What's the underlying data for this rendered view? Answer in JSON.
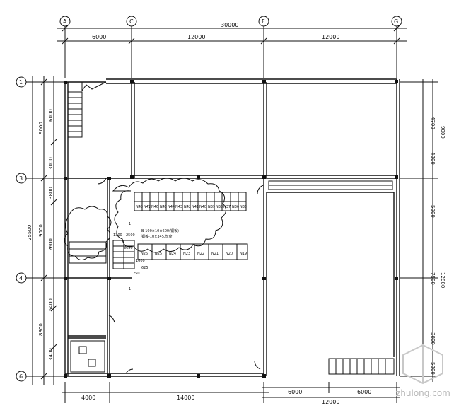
{
  "top_axes": [
    "A",
    "C",
    "F",
    "G"
  ],
  "left_axes": [
    "1",
    "3",
    "4",
    "6"
  ],
  "dims_top": {
    "overall": "30000",
    "seg1": "6000",
    "seg2": "12000",
    "seg3": "12000"
  },
  "dims_bottom": {
    "seg1": "4000",
    "seg2": "14000",
    "seg3": "6000",
    "seg4": "6000",
    "overall": "12000"
  },
  "dims_left": {
    "a": "9000",
    "b": "6000",
    "c": "3000",
    "d": "3800",
    "e": "9000",
    "f": "2600",
    "g": "5400",
    "h": "8800",
    "i": "3400",
    "overall": "25500"
  },
  "dims_right": {
    "a": "4700",
    "b": "9000",
    "c": "4300",
    "d": "5000",
    "e": "7500",
    "f": "12800",
    "g": "3800",
    "h": "5300"
  },
  "notes": {
    "beam_label": "B-100×10×600(钢板)",
    "beam_sub": "钢板-10×345,长度",
    "dim_1300": "1300",
    "dim_2500": "2500",
    "one_a": "1",
    "one_b": "1",
    "d3620": "3620",
    "d1600": "1600",
    "d625": "625",
    "d250": "250"
  },
  "room_labels": [
    "N48",
    "N47",
    "N46",
    "N45",
    "N44",
    "N43",
    "N42",
    "N41",
    "N40",
    "N39",
    "N38",
    "N37",
    "N36",
    "N35"
  ],
  "room_labels_lower": [
    "N26",
    "N25",
    "N24",
    "N23",
    "N22",
    "N21",
    "N20",
    "N19"
  ],
  "watermark": "zhulong.com"
}
